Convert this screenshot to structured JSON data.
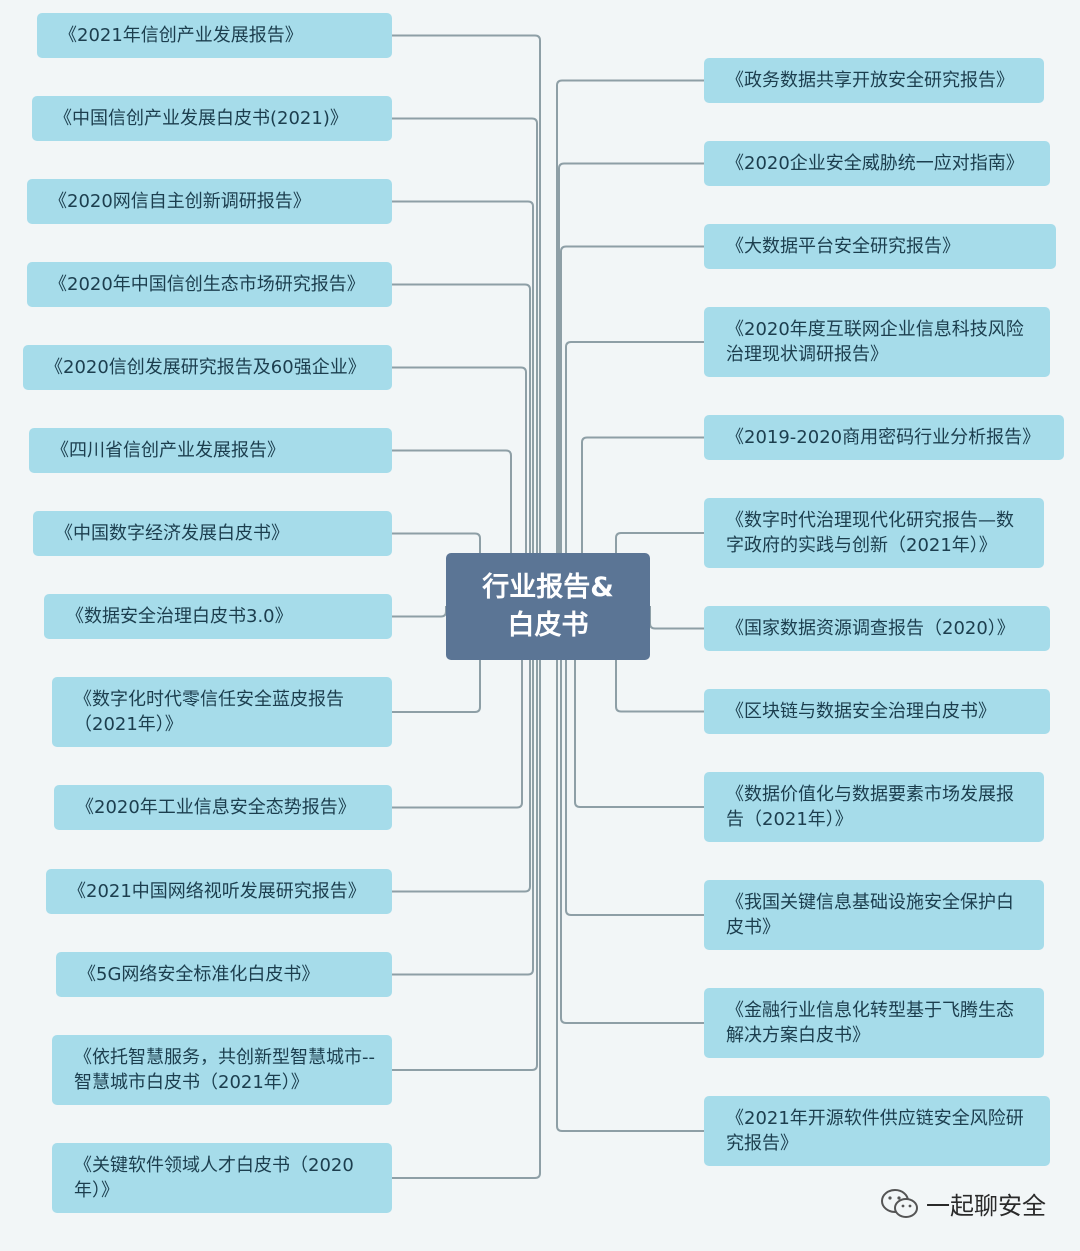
{
  "center_title": "行业报告&白皮书",
  "left_items": [
    "《2021年信创产业发展报告》",
    "《中国信创产业发展白皮书(2021)》",
    "《2020网信自主创新调研报告》",
    "《2020年中国信创生态市场研究报告》",
    "《2020信创发展研究报告及60强企业》",
    "《四川省信创产业发展报告》",
    "《中国数字经济发展白皮书》",
    "《数据安全治理白皮书3.0》",
    "《数字化时代零信任安全蓝皮报告（2021年）》",
    "《2020年工业信息安全态势报告》",
    "《2021中国网络视听发展研究报告》",
    "《5G网络安全标准化白皮书》",
    "《依托智慧服务，共创新型智慧城市--智慧城市白皮书（2021年）》",
    "《关键软件领域人才白皮书（2020年）》"
  ],
  "right_items": [
    "《政务数据共享开放安全研究报告》",
    "《2020企业安全威胁统一应对指南》",
    "《大数据平台安全研究报告》",
    "《2020年度互联网企业信息科技风险治理现状调研报告》",
    "《2019-2020商用密码行业分析报告》",
    "《数字时代治理现代化研究报告—数字政府的实践与创新（2021年）》",
    "《国家数据资源调查报告（2020）》",
    "《区块链与数据安全治理白皮书》",
    "《数据价值化与数据要素市场发展报告（2021年）》",
    "《我国关键信息基础设施安全保护白皮书》",
    "《金融行业信息化转型基于飞腾生态解决方案白皮书》",
    "《2021年开源软件供应链安全风险研究报告》"
  ],
  "watermark": "一起聊安全",
  "colors": {
    "node": "#a6dcea",
    "center": "#5b7595",
    "line": "#8e9fa6",
    "background": "#f2f6f7"
  }
}
